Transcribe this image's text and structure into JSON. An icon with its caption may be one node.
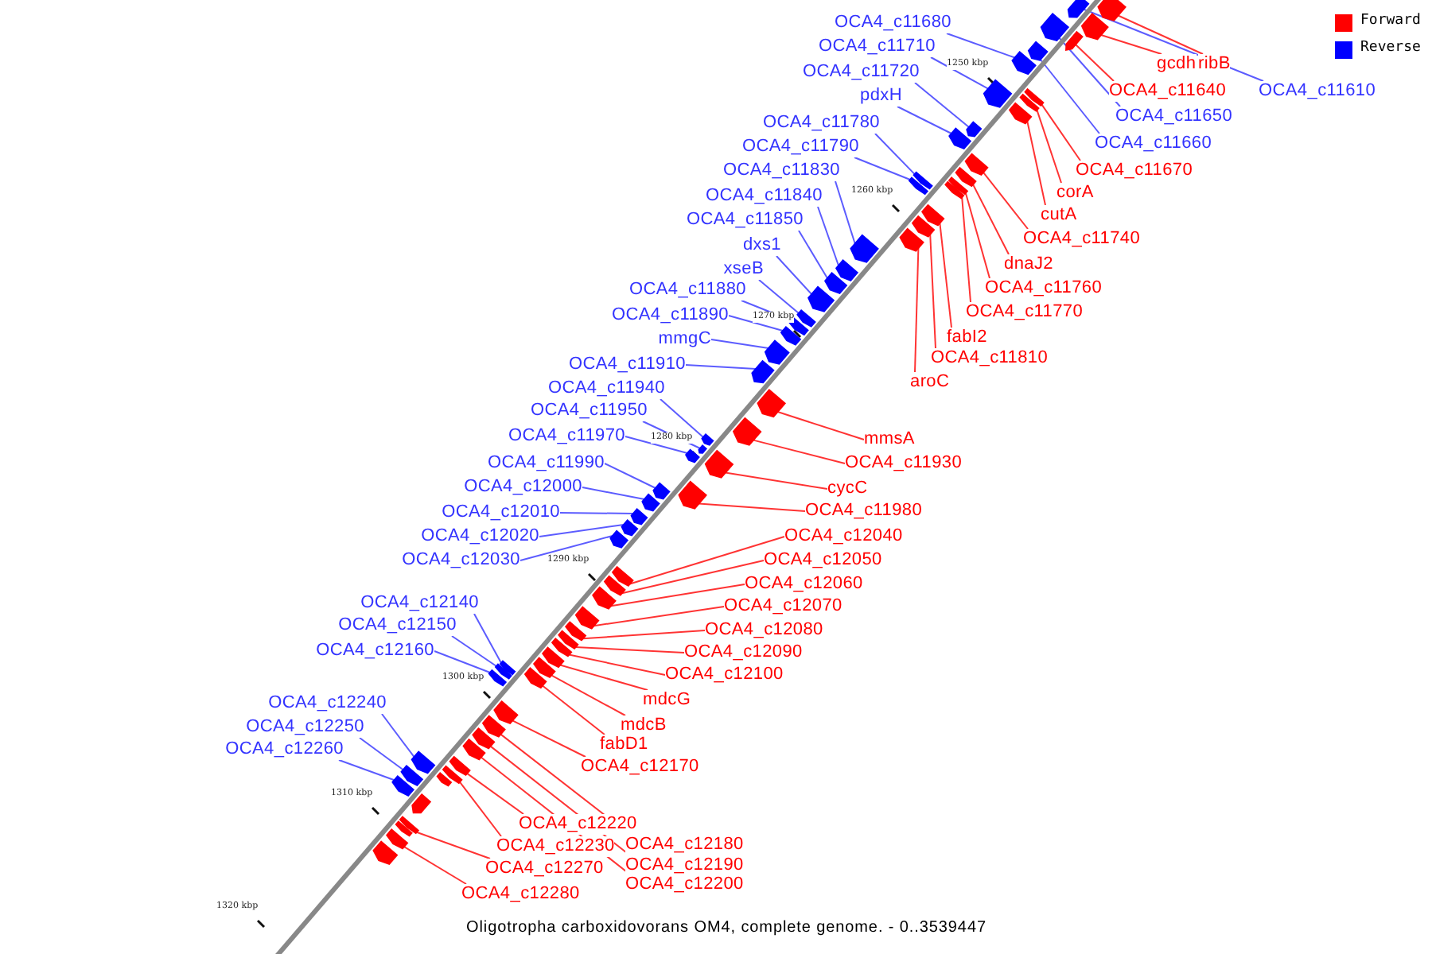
{
  "diagram": {
    "caption": "Oligotropha carboxidovorans OM4, complete genome. - 0..3539447",
    "nodes": [
      {
        "text": [
          "OCA4_c11680"
        ]
      },
      {
        "text": [
          "OCA4_c11710"
        ]
      },
      {
        "text": [
          "OCA4_c11720"
        ]
      },
      {
        "text": [
          "pdxH"
        ]
      },
      {
        "text": [
          "OCA4_c11780"
        ]
      },
      {
        "text": [
          "OCA4_c11790"
        ]
      },
      {
        "text": [
          "OCA4_c11830"
        ]
      },
      {
        "text": [
          "OCA4_c11840"
        ]
      },
      {
        "text": [
          "OCA4_c11850"
        ]
      },
      {
        "text": [
          "dxs1"
        ]
      },
      {
        "text": [
          "xseB"
        ]
      },
      {
        "text": [
          "OCA4_c11880"
        ]
      },
      {
        "text": [
          "OCA4_c11890"
        ]
      },
      {
        "text": [
          "mmgC"
        ]
      },
      {
        "text": [
          "OCA4_c11910"
        ]
      },
      {
        "text": [
          "OCA4_c11940"
        ]
      },
      {
        "text": [
          "OCA4_c11950"
        ]
      },
      {
        "text": [
          "OCA4_c11970"
        ]
      },
      {
        "text": [
          "OCA4_c11990"
        ]
      },
      {
        "text": [
          "OCA4_c12000"
        ]
      },
      {
        "text": [
          "OCA4_c12010"
        ]
      },
      {
        "text": [
          "OCA4_c12020"
        ]
      },
      {
        "text": [
          "OCA4_c12030"
        ]
      },
      {
        "text": [
          "OCA4_c12140"
        ]
      },
      {
        "text": [
          "OCA4_c12150"
        ]
      },
      {
        "text": [
          "OCA4_c12160"
        ]
      },
      {
        "text": [
          "OCA4_c12240"
        ]
      },
      {
        "text": [
          "OCA4_c12250"
        ]
      },
      {
        "text": [
          "OCA4_c12260"
        ]
      },
      {
        "text": [
          "OCA4_c11610"
        ]
      },
      {
        "text": [
          "ribB"
        ]
      },
      {
        "text": [
          "gcdh"
        ]
      },
      {
        "text": [
          "OCA4_c11640"
        ]
      },
      {
        "text": [
          "OCA4_c11650"
        ]
      },
      {
        "text": [
          "OCA4_c11660"
        ]
      },
      {
        "text": [
          "OCA4_c11670"
        ]
      },
      {
        "text": [
          "corA"
        ]
      },
      {
        "text": [
          "cutA"
        ]
      },
      {
        "text": [
          "OCA4_c11740"
        ]
      },
      {
        "text": [
          "dnaJ2"
        ]
      },
      {
        "text": [
          "OCA4_c11760"
        ]
      },
      {
        "text": [
          "OCA4_c11770"
        ]
      },
      {
        "text": [
          "fabI2"
        ]
      },
      {
        "text": [
          "OCA4_c11810"
        ]
      },
      {
        "text": [
          "aroC"
        ]
      },
      {
        "text": [
          "mmsA"
        ]
      },
      {
        "text": [
          "OCA4_c11930"
        ]
      },
      {
        "text": [
          "cycC"
        ]
      },
      {
        "text": [
          "OCA4_c11980"
        ]
      },
      {
        "text": [
          "OCA4_c12040"
        ]
      },
      {
        "text": [
          "OCA4_c12050"
        ]
      },
      {
        "text": [
          "OCA4_c12060"
        ]
      },
      {
        "text": [
          "OCA4_c12070"
        ]
      },
      {
        "text": [
          "OCA4_c12080"
        ]
      },
      {
        "text": [
          "OCA4_c12090"
        ]
      },
      {
        "text": [
          "OCA4_c12100"
        ]
      },
      {
        "text": [
          "mdcG"
        ]
      },
      {
        "text": [
          "mdcB"
        ]
      },
      {
        "text": [
          "fabD1"
        ]
      },
      {
        "text": [
          "OCA4_c12170"
        ]
      },
      {
        "text": [
          "OCA4_c12220"
        ]
      },
      {
        "text": [
          "OCA4_c12180"
        ]
      },
      {
        "text": [
          "OCA4_c12230"
        ]
      },
      {
        "text": [
          "OCA4_c12190"
        ]
      },
      {
        "text": [
          "OCA4_c12270"
        ]
      },
      {
        "text": [
          "OCA4_c12200"
        ]
      },
      {
        "text": [
          "OCA4_c12280"
        ]
      },
      {
        "text": [],
        "shape": "arrow"
      },
      {
        "text": [],
        "shape": "arrow"
      },
      {
        "text": [],
        "shape": "arrow"
      },
      {
        "text": [],
        "shape": "arrow"
      },
      {
        "text": [],
        "shape": "arrow"
      },
      {
        "text": [],
        "shape": "arrow"
      },
      {
        "text": [],
        "shape": "arrow"
      },
      {
        "text": [],
        "shape": "arrow"
      },
      {
        "text": [],
        "shape": "arrow"
      },
      {
        "text": [],
        "shape": "arrow"
      },
      {
        "text": [],
        "shape": "arrow"
      },
      {
        "text": [],
        "shape": "arrow"
      },
      {
        "text": [],
        "shape": "arrow"
      },
      {
        "text": [],
        "shape": "arrow"
      },
      {
        "text": [],
        "shape": "arrow"
      },
      {
        "text": [],
        "shape": "arrow"
      },
      {
        "text": [],
        "shape": "arrow"
      },
      {
        "text": [],
        "shape": "arrow"
      },
      {
        "text": [],
        "shape": "arrow"
      },
      {
        "text": [],
        "shape": "arrow"
      },
      {
        "text": [],
        "shape": "arrow"
      },
      {
        "text": [],
        "shape": "arrow"
      },
      {
        "text": [],
        "shape": "arrow"
      },
      {
        "text": [],
        "shape": "arrow"
      },
      {
        "text": [],
        "shape": "arrow"
      },
      {
        "text": [],
        "shape": "arrow"
      },
      {
        "text": [],
        "shape": "arrow"
      },
      {
        "text": [],
        "shape": "arrow"
      },
      {
        "text": [],
        "shape": "arrow"
      },
      {
        "text": [],
        "shape": "arrow"
      },
      {
        "text": [],
        "shape": "arrow"
      },
      {
        "text": [],
        "shape": "arrow"
      },
      {
        "text": [],
        "shape": "arrow"
      },
      {
        "text": [],
        "shape": "arrow"
      },
      {
        "text": [],
        "shape": "arrow"
      },
      {
        "text": [],
        "shape": "arrow"
      },
      {
        "text": [],
        "shape": "arrow"
      },
      {
        "text": [],
        "shape": "arrow"
      },
      {
        "text": [],
        "shape": "arrow"
      },
      {
        "text": [],
        "shape": "arrow"
      },
      {
        "text": [],
        "shape": "arrow"
      },
      {
        "text": [],
        "shape": "arrow"
      },
      {
        "text": [],
        "shape": "arrow"
      },
      {
        "text": [],
        "shape": "arrow"
      },
      {
        "text": [],
        "shape": "arrow"
      },
      {
        "text": [],
        "shape": "arrow"
      },
      {
        "text": [],
        "shape": "arrow"
      },
      {
        "text": [],
        "shape": "arrow"
      },
      {
        "text": [],
        "shape": "arrow"
      },
      {
        "text": [],
        "shape": "arrow"
      },
      {
        "text": [],
        "shape": "arrow"
      },
      {
        "text": [],
        "shape": "arrow"
      },
      {
        "text": [],
        "shape": "arrow"
      },
      {
        "text": [],
        "shape": "arrow"
      },
      {
        "text": [],
        "shape": "arrow"
      },
      {
        "text": [],
        "shape": "arrow"
      },
      {
        "text": [],
        "shape": "arrow"
      },
      {
        "text": [],
        "shape": "arrow"
      },
      {
        "text": [],
        "shape": "arrow"
      },
      {
        "text": [],
        "shape": "arrow"
      },
      {
        "text": [],
        "shape": "arrow"
      },
      {
        "text": [],
        "shape": "arrow"
      },
      {
        "text": [],
        "shape": "arrow"
      },
      {
        "text": [],
        "shape": "arrow"
      },
      {
        "text": [],
        "shape": "arrow"
      },
      {
        "text": [],
        "shape": "arrow"
      },
      {
        "text": [],
        "shape": "arrow"
      },
      {
        "text": [],
        "shape": "arrow"
      },
      {
        "text": [],
        "shape": "arrow"
      },
      {
        "text": [],
        "shape": "arrow"
      },
      {
        "text": [],
        "shape": "arrow"
      }
    ],
    "edges": [
      {
        "from": 0,
        "to": 67,
        "arrow": "none",
        "color": "#3333ff"
      },
      {
        "from": 1,
        "to": 68,
        "arrow": "none",
        "color": "#3333ff"
      },
      {
        "from": 2,
        "to": 69,
        "arrow": "none",
        "color": "#3333ff"
      },
      {
        "from": 3,
        "to": 70,
        "arrow": "none",
        "color": "#3333ff"
      },
      {
        "from": 4,
        "to": 71,
        "arrow": "none",
        "color": "#3333ff"
      },
      {
        "from": 5,
        "to": 72,
        "arrow": "none",
        "color": "#3333ff"
      },
      {
        "from": 6,
        "to": 73,
        "arrow": "none",
        "color": "#3333ff"
      },
      {
        "from": 7,
        "to": 74,
        "arrow": "none",
        "color": "#3333ff"
      },
      {
        "from": 8,
        "to": 75,
        "arrow": "none",
        "color": "#3333ff"
      },
      {
        "from": 9,
        "to": 76,
        "arrow": "none",
        "color": "#3333ff"
      },
      {
        "from": 10,
        "to": 77,
        "arrow": "none",
        "color": "#3333ff"
      },
      {
        "from": 11,
        "to": 78,
        "arrow": "none",
        "color": "#3333ff"
      },
      {
        "from": 12,
        "to": 79,
        "arrow": "none",
        "color": "#3333ff"
      },
      {
        "from": 13,
        "to": 80,
        "arrow": "none",
        "color": "#3333ff"
      },
      {
        "from": 14,
        "to": 81,
        "arrow": "none",
        "color": "#3333ff"
      },
      {
        "from": 15,
        "to": 82,
        "arrow": "none",
        "color": "#3333ff"
      },
      {
        "from": 16,
        "to": 83,
        "arrow": "none",
        "color": "#3333ff"
      },
      {
        "from": 17,
        "to": 84,
        "arrow": "none",
        "color": "#3333ff"
      },
      {
        "from": 18,
        "to": 85,
        "arrow": "none",
        "color": "#3333ff"
      },
      {
        "from": 19,
        "to": 86,
        "arrow": "none",
        "color": "#3333ff"
      },
      {
        "from": 20,
        "to": 87,
        "arrow": "none",
        "color": "#3333ff"
      },
      {
        "from": 21,
        "to": 88,
        "arrow": "none",
        "color": "#3333ff"
      },
      {
        "from": 22,
        "to": 89,
        "arrow": "none",
        "color": "#3333ff"
      },
      {
        "from": 23,
        "to": 90,
        "arrow": "none",
        "color": "#3333ff"
      },
      {
        "from": 24,
        "to": 91,
        "arrow": "none",
        "color": "#3333ff"
      },
      {
        "from": 25,
        "to": 92,
        "arrow": "none",
        "color": "#3333ff"
      },
      {
        "from": 26,
        "to": 93,
        "arrow": "none",
        "color": "#3333ff"
      },
      {
        "from": 27,
        "to": 94,
        "arrow": "none",
        "color": "#3333ff"
      },
      {
        "from": 28,
        "to": 95,
        "arrow": "none",
        "color": "#3333ff"
      },
      {
        "from": 29,
        "to": 96,
        "arrow": "none",
        "color": "#3333ff"
      },
      {
        "from": 30,
        "to": 97,
        "arrow": "none"
      },
      {
        "from": 31,
        "to": 98,
        "arrow": "none"
      },
      {
        "from": 32,
        "to": 99,
        "arrow": "none"
      },
      {
        "from": 33,
        "to": 100,
        "arrow": "none",
        "color": "#3333ff"
      },
      {
        "from": 34,
        "to": 101,
        "arrow": "none",
        "color": "#3333ff"
      },
      {
        "from": 35,
        "to": 102,
        "arrow": "none"
      },
      {
        "from": 36,
        "to": 103,
        "arrow": "none"
      },
      {
        "from": 37,
        "to": 104,
        "arrow": "none"
      },
      {
        "from": 38,
        "to": 105,
        "arrow": "none"
      },
      {
        "from": 39,
        "to": 106,
        "arrow": "none"
      },
      {
        "from": 40,
        "to": 107,
        "arrow": "none"
      },
      {
        "from": 41,
        "to": 108,
        "arrow": "none"
      },
      {
        "from": 42,
        "to": 109,
        "arrow": "none"
      },
      {
        "from": 43,
        "to": 110,
        "arrow": "none"
      },
      {
        "from": 44,
        "to": 111,
        "arrow": "none"
      },
      {
        "from": 45,
        "to": 112,
        "arrow": "none"
      },
      {
        "from": 46,
        "to": 113,
        "arrow": "none"
      },
      {
        "from": 47,
        "to": 114,
        "arrow": "none"
      },
      {
        "from": 48,
        "to": 115,
        "arrow": "none"
      },
      {
        "from": 49,
        "to": 116,
        "arrow": "none"
      },
      {
        "from": 50,
        "to": 117,
        "arrow": "none"
      },
      {
        "from": 51,
        "to": 118,
        "arrow": "none"
      },
      {
        "from": 52,
        "to": 119,
        "arrow": "none"
      },
      {
        "from": 53,
        "to": 120,
        "arrow": "none"
      },
      {
        "from": 54,
        "to": 121,
        "arrow": "none"
      },
      {
        "from": 55,
        "to": 122,
        "arrow": "none"
      },
      {
        "from": 56,
        "to": 123,
        "arrow": "none"
      },
      {
        "from": 57,
        "to": 124,
        "arrow": "none"
      },
      {
        "from": 58,
        "to": 125,
        "arrow": "none"
      },
      {
        "from": 59,
        "to": 126,
        "arrow": "none"
      },
      {
        "from": 60,
        "to": 127,
        "arrow": "none"
      },
      {
        "from": 61,
        "to": 128,
        "arrow": "none"
      },
      {
        "from": 62,
        "to": 129,
        "arrow": "none"
      },
      {
        "from": 63,
        "to": 130,
        "arrow": "none"
      },
      {
        "from": 64,
        "to": 131,
        "arrow": "none"
      },
      {
        "from": 65,
        "to": 132,
        "arrow": "none"
      },
      {
        "from": 66,
        "to": 133,
        "arrow": "none"
      }
    ],
    "labels": [
      "1250 kbp",
      "1260 kbp",
      "1270 kbp",
      "1280 kbp",
      "1290 kbp",
      "1300 kbp",
      "1310 kbp",
      "1320 kbp"
    ],
    "legend": [
      {
        "text": "Forward",
        "color": "#ff0000"
      },
      {
        "text": "Reverse",
        "color": "#0000ff"
      }
    ]
  }
}
